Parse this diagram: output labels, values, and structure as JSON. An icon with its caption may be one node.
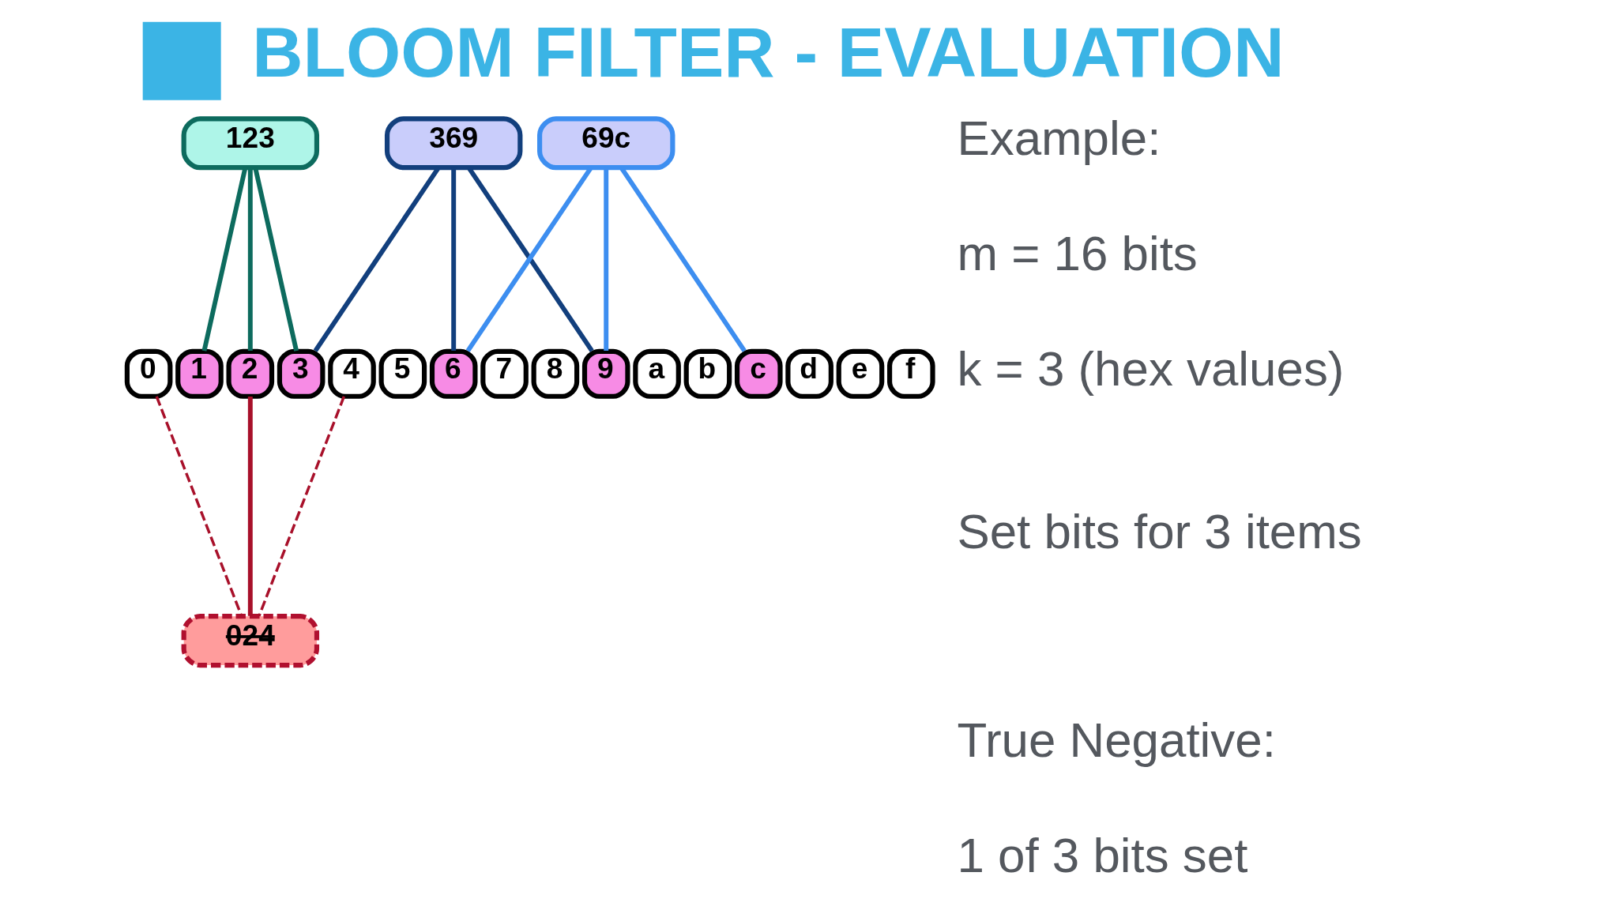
{
  "diagram": {
    "title": "BLOOM FILTER - EVALUATION",
    "nodes": [
      {
        "text": [
          "123"
        ]
      },
      {
        "text": [
          "369"
        ]
      },
      {
        "text": [
          "69c"
        ]
      },
      {
        "text": [
          "0"
        ]
      },
      {
        "text": [
          "1"
        ]
      },
      {
        "text": [
          "2"
        ]
      },
      {
        "text": [
          "3"
        ]
      },
      {
        "text": [
          "4"
        ]
      },
      {
        "text": [
          "5"
        ]
      },
      {
        "text": [
          "6"
        ]
      },
      {
        "text": [
          "7"
        ]
      },
      {
        "text": [
          "8"
        ]
      },
      {
        "text": [
          "9"
        ]
      },
      {
        "text": [
          "a"
        ]
      },
      {
        "text": [
          "b"
        ]
      },
      {
        "text": [
          "c"
        ]
      },
      {
        "text": [
          "d"
        ]
      },
      {
        "text": [
          "e"
        ]
      },
      {
        "text": [
          "f"
        ]
      },
      {
        "text": [
          "024"
        ]
      }
    ],
    "edges": [
      {
        "from": 0,
        "to": 4,
        "arrow": "none",
        "color": "#0d6b5e"
      },
      {
        "from": 0,
        "to": 5,
        "arrow": "none",
        "color": "#0d6b5e"
      },
      {
        "from": 0,
        "to": 6,
        "arrow": "none",
        "color": "#0d6b5e"
      },
      {
        "from": 1,
        "to": 6,
        "arrow": "none",
        "color": "#123f7d"
      },
      {
        "from": 1,
        "to": 9,
        "arrow": "none",
        "color": "#123f7d"
      },
      {
        "from": 1,
        "to": 12,
        "arrow": "none",
        "color": "#123f7d"
      },
      {
        "from": 2,
        "to": 9,
        "arrow": "none",
        "color": "#3d8ef0"
      },
      {
        "from": 2,
        "to": 12,
        "arrow": "none",
        "color": "#3d8ef0"
      },
      {
        "from": 2,
        "to": 15,
        "arrow": "none",
        "color": "#3d8ef0"
      },
      {
        "from": 3,
        "to": 19,
        "arrow": "none",
        "style": "dashed",
        "color": "#a8102a"
      },
      {
        "from": 5,
        "to": 19,
        "arrow": "none",
        "color": "#a8102a"
      },
      {
        "from": 7,
        "to": 19,
        "arrow": "none",
        "style": "dashed",
        "color": "#a8102a"
      }
    ],
    "labels": [
      "Example:",
      "m = 16 bits",
      "k = 3 (hex values)",
      "Set bits for 3 items",
      "True Negative:",
      "1 of 3 bits set"
    ]
  }
}
